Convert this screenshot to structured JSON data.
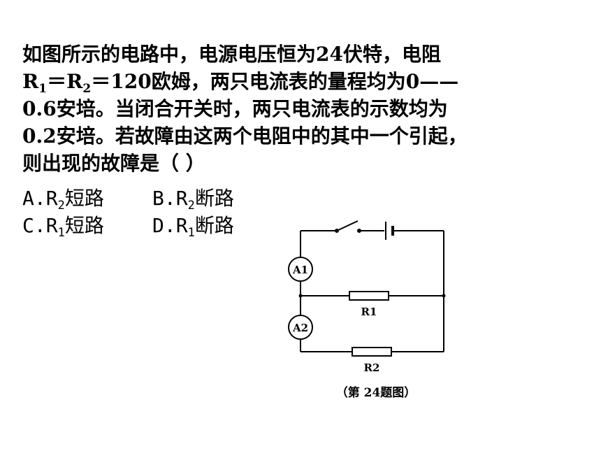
{
  "question": {
    "line1": "如图所示的电路中，电源电压恒为24伏特，电阻",
    "line2_r1": "R",
    "line2_r1_sub": "1",
    "line2_eq1": "＝",
    "line2_r2": "R",
    "line2_r2_sub": "2",
    "line2_rest": "＝120欧姆，两只电流表的量程均为0——",
    "line3": "0.6安培。当闭合开关时，两只电流表的示数均为",
    "line4": "0.2安培。若故障由这两个电阻中的其中一个引起，",
    "line5": "则出现的故障是（    ）"
  },
  "options": {
    "a": {
      "prefix": "A.R",
      "sub": "2",
      "text": "短路"
    },
    "b": {
      "prefix": "B.R",
      "sub": "2",
      "text": "断路"
    },
    "c": {
      "prefix": "C.R",
      "sub": "1",
      "text": "短路"
    },
    "d": {
      "prefix": "D.R",
      "sub": "1",
      "text": "断路"
    }
  },
  "figure": {
    "ammeter1": "A1",
    "ammeter2": "A2",
    "resistor1": "R1",
    "resistor2": "R2",
    "caption": "（第 24题图）"
  }
}
